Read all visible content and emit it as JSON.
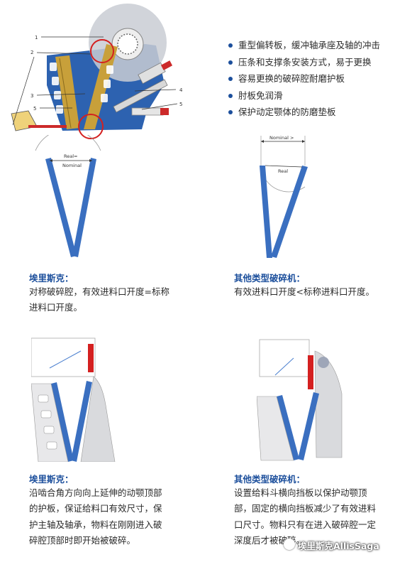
{
  "features": [
    "重型偏转板，缓冲轴承座及轴的冲击",
    "压条和支撑条安装方式，易于更换",
    "容易更换的破碎腔耐磨护板",
    "肘板免润滑",
    "保护动定颚体的防磨垫板"
  ],
  "callouts": [
    "1",
    "2",
    "3",
    "4",
    "5",
    "5"
  ],
  "diagram_labels": {
    "left_real": "Real=",
    "left_nominal": "Nominal",
    "right_nominal": "Nominal >",
    "right_real": "Real"
  },
  "sections": {
    "top_left": {
      "title": "埃里斯克：",
      "body": [
        "对称破碎腔，有效进料口开度=标称",
        "进料口开度。"
      ]
    },
    "top_right": {
      "title": "其他类型破碎机：",
      "body": [
        "有效进料口开度<标称进料口开度。"
      ]
    },
    "bottom_left": {
      "title": "埃里斯克：",
      "body": [
        "沿啮合角方向向上延伸的动颚顶部",
        "的护板，保证给料口有效尺寸，保",
        "护主轴及轴承，物料在刚刚进入破",
        "碎腔顶部时即开始被破碎。"
      ]
    },
    "bottom_right": {
      "title": "其他类型破碎机：",
      "body": [
        "设置给料斗横向挡板以保护动颚顶",
        "部，固定的横向挡板减少了有效进料",
        "口尺寸。物料只有在进入破碎腔一定",
        "深度后才被破碎。"
      ]
    }
  },
  "watermark": "埃里斯克AllisSaga",
  "colors": {
    "accent": "#1c4f9c",
    "machine_blue": "#2d62b0",
    "highlight_red": "#d42020"
  }
}
